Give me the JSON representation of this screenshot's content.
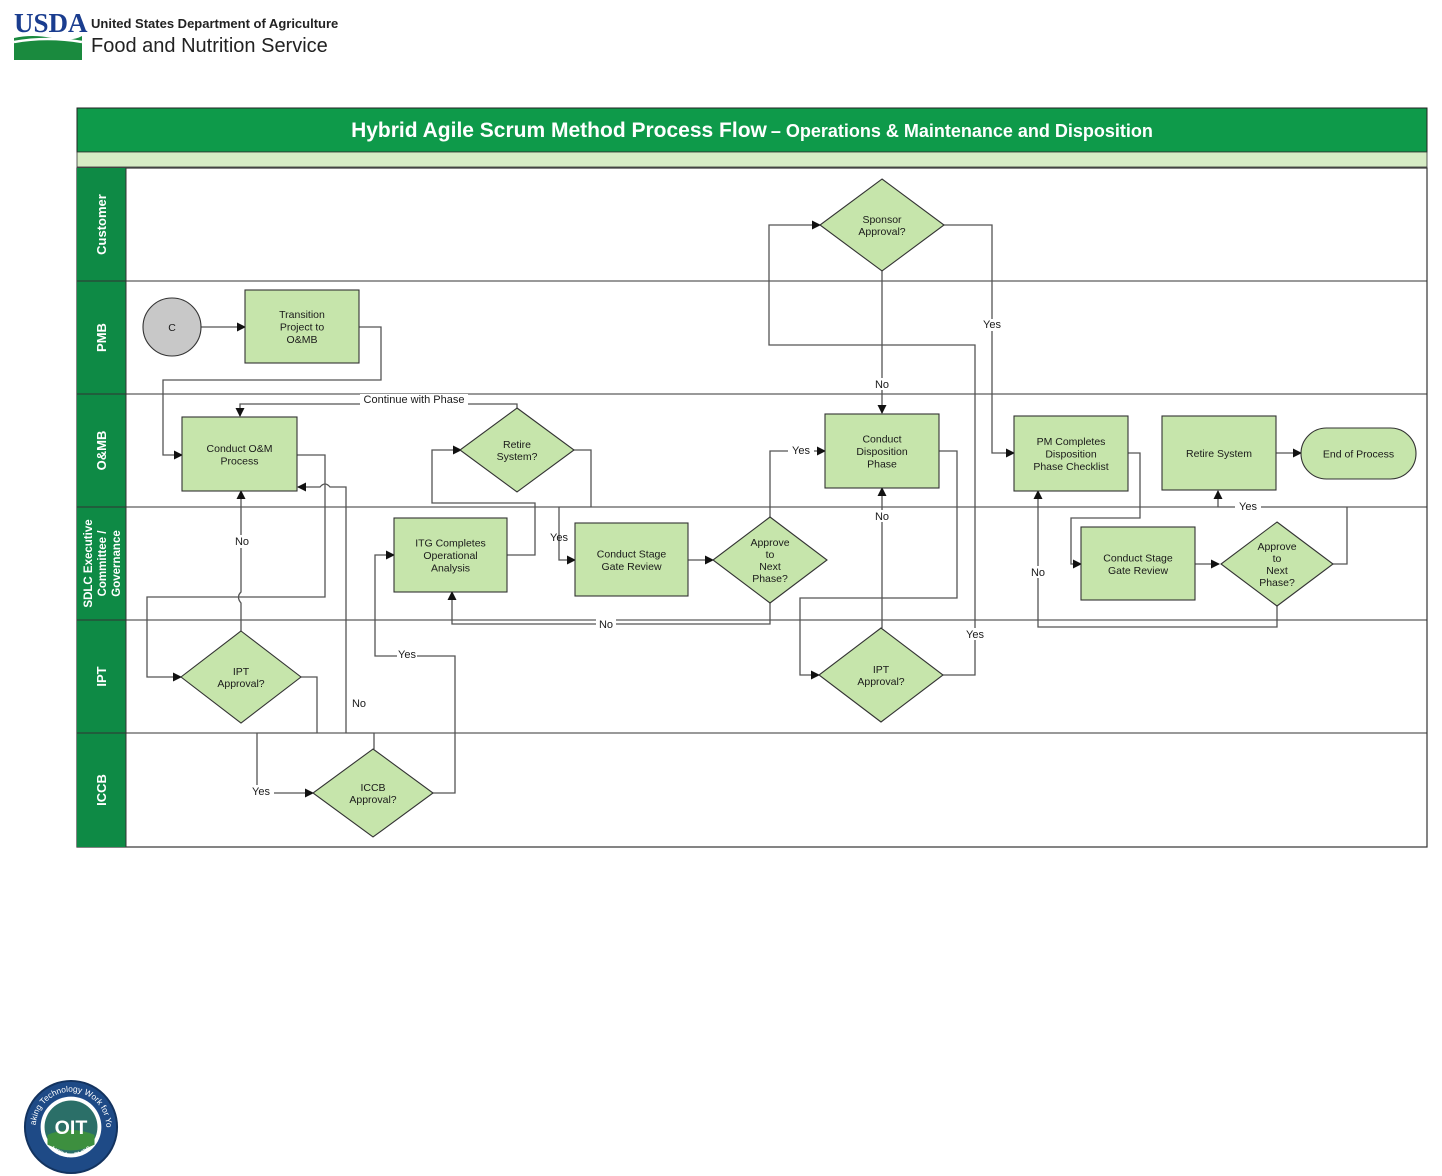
{
  "header": {
    "logo_mark": "USDA",
    "agency": "United States Department of Agriculture",
    "service": "Food and Nutrition Service"
  },
  "diagram": {
    "title_main": "Hybrid Agile Scrum Method Process Flow",
    "title_sub": "– Operations & Maintenance and Disposition",
    "lanes": [
      {
        "id": "customer",
        "lines": [
          "Customer"
        ]
      },
      {
        "id": "pmb",
        "lines": [
          "PMB"
        ]
      },
      {
        "id": "omb",
        "lines": [
          "O&MB"
        ]
      },
      {
        "id": "sdlc",
        "lines": [
          "SDLC Executive",
          "Committee /",
          "Governance"
        ]
      },
      {
        "id": "ipt",
        "lines": [
          "IPT"
        ]
      },
      {
        "id": "iccb",
        "lines": [
          "ICCB"
        ]
      }
    ],
    "nodes": {
      "start_c": {
        "lines": [
          "C"
        ]
      },
      "transition": {
        "lines": [
          "Transition",
          "Project to",
          "O&MB"
        ]
      },
      "conduct_om": {
        "lines": [
          "Conduct O&M",
          "Process"
        ]
      },
      "retire_q": {
        "lines": [
          "Retire",
          "System?"
        ]
      },
      "itg": {
        "lines": [
          "ITG Completes",
          "Operational",
          "Analysis"
        ]
      },
      "stage_gate_1": {
        "lines": [
          "Conduct Stage",
          "Gate Review"
        ]
      },
      "approve_1": {
        "lines": [
          "Approve",
          "to",
          "Next",
          "Phase?"
        ]
      },
      "ipt_q1": {
        "lines": [
          "IPT",
          "Approval?"
        ]
      },
      "iccb_q": {
        "lines": [
          "ICCB",
          "Approval?"
        ]
      },
      "sponsor_q": {
        "lines": [
          "Sponsor",
          "Approval?"
        ]
      },
      "disposition": {
        "lines": [
          "Conduct",
          "Disposition",
          "Phase"
        ]
      },
      "ipt_q2": {
        "lines": [
          "IPT",
          "Approval?"
        ]
      },
      "pm_checklist": {
        "lines": [
          "PM Completes",
          "Disposition",
          "Phase Checklist"
        ]
      },
      "stage_gate_2": {
        "lines": [
          "Conduct Stage",
          "Gate Review"
        ]
      },
      "approve_2": {
        "lines": [
          "Approve",
          "to",
          "Next",
          "Phase?"
        ]
      },
      "retire_system": {
        "lines": [
          "Retire System"
        ]
      },
      "end": {
        "lines": [
          "End of Process"
        ]
      }
    },
    "edge_labels": {
      "continue_phase": "Continue with Phase",
      "yes_retire": "Yes",
      "no_ipt1": "No",
      "yes_ipt1": "Yes",
      "no_iccb": "No",
      "yes_iccb": "Yes",
      "no_approve1": "No",
      "yes_approve1": "Yes",
      "yes_sponsor": "Yes",
      "no_sponsor": "No",
      "no_ipt2": "No",
      "yes_ipt2": "Yes",
      "yes_approve2": "Yes",
      "no_approve2": "No"
    }
  },
  "footer": {
    "oit_text": "OIT",
    "oit_ring": "Making Technology Work for You",
    "oit_bottom": "USDA :: FNCS"
  },
  "colors": {
    "title_bar": "#0e9a4a",
    "lane_label_bg": "#0e8a45",
    "node_fill": "#c6e5ab",
    "node_stroke": "#333333",
    "subbar": "#d6ecc5",
    "start_fill": "#c8c8c8"
  }
}
